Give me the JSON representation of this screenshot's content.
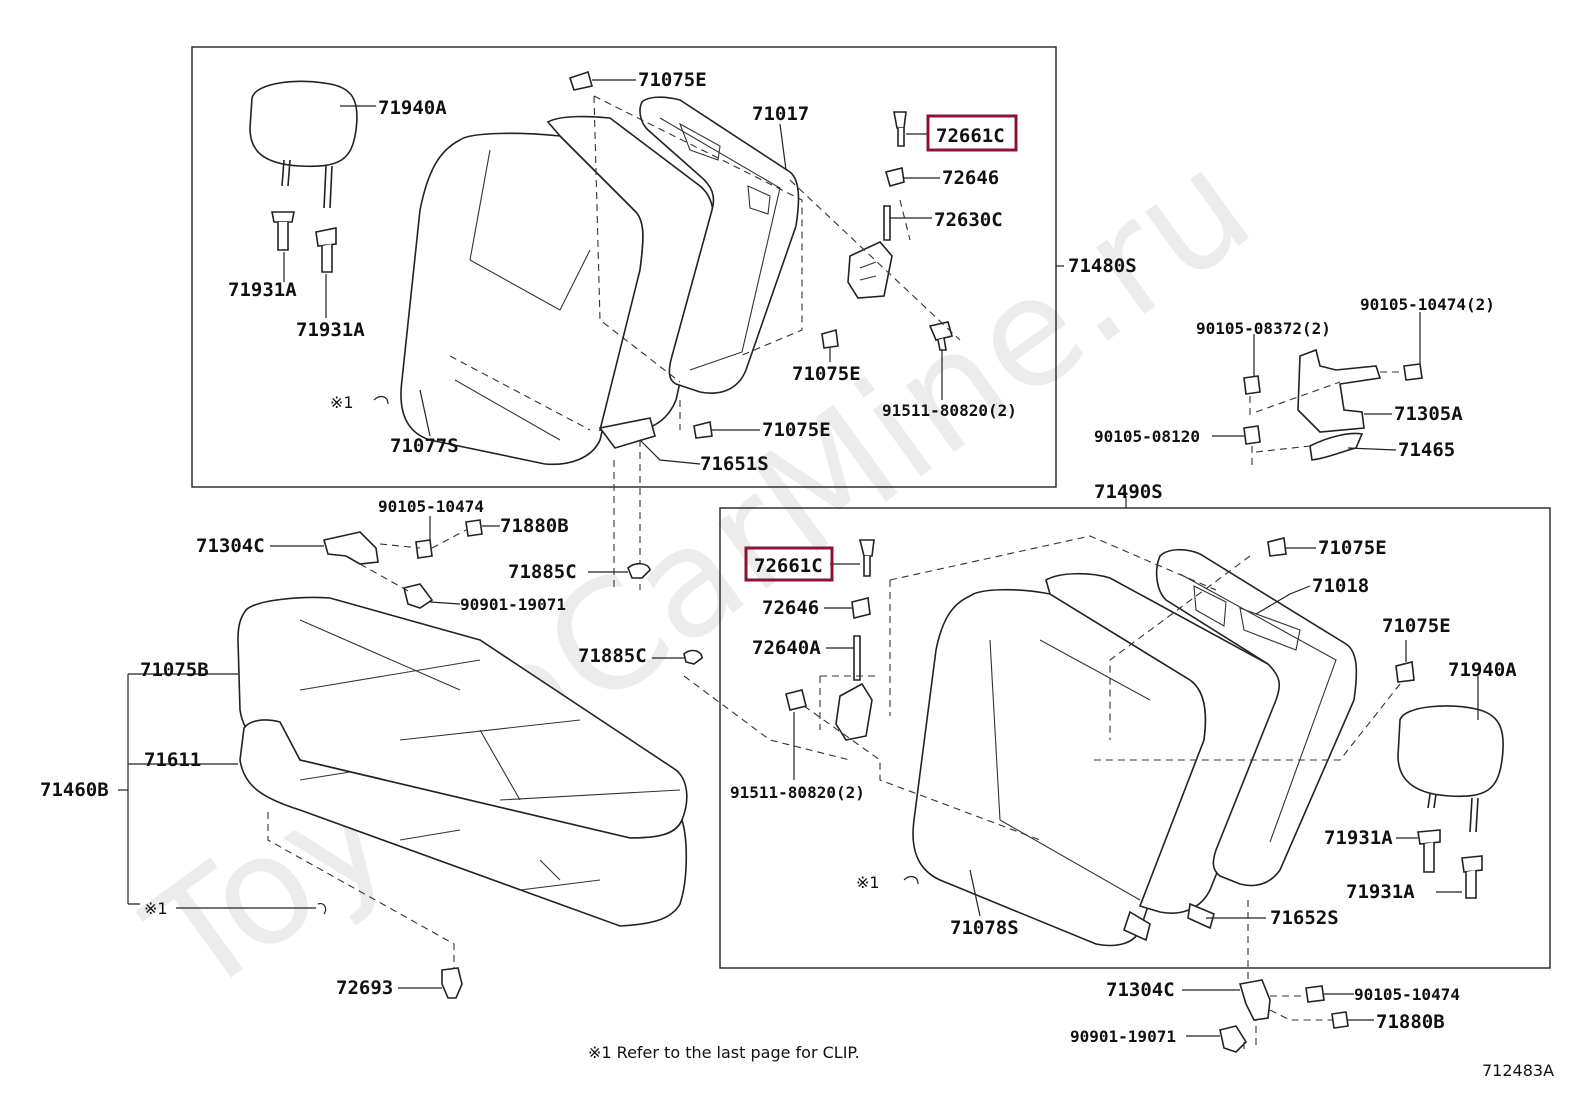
{
  "watermark": "ToyotaCarMine.ru",
  "diagram_id": "712483A",
  "footnote": "※1  Refer to the last page for CLIP.",
  "clip_ref": "※1",
  "highlighted_part": "72661C",
  "upper_group": {
    "assembly": "71480S",
    "labels": {
      "l71075E_a": "71075E",
      "l71940A": "71940A",
      "l71017": "71017",
      "l72661C": "72661C",
      "l72646": "72646",
      "l72630C": "72630C",
      "l71931A_a": "71931A",
      "l71931A_b": "71931A",
      "l71075E_b": "71075E",
      "l91511": "91511-80820(2)",
      "l71075E_c": "71075E",
      "l71077S": "71077S",
      "l71651S": "71651S"
    }
  },
  "right_bracket_group": {
    "l90105_10474_2": "90105-10474(2)",
    "l90105_08372": "90105-08372(2)",
    "l71305A": "71305A",
    "l90105_08120": "90105-08120",
    "l71465": "71465"
  },
  "lower_right_group": {
    "assembly": "71490S",
    "labels": {
      "l71075E_d": "71075E",
      "l72661C": "72661C",
      "l71018": "71018",
      "l72646": "72646",
      "l71075E_e": "71075E",
      "l72640A": "72640A",
      "l71940A": "71940A",
      "l91511": "91511-80820(2)",
      "l71931A_c": "71931A",
      "l71931A_d": "71931A",
      "l71078S": "71078S",
      "l71652S": "71652S"
    }
  },
  "lower_left_group": {
    "l90105_10474": "90105-10474",
    "l71880B": "71880B",
    "l71304C": "71304C",
    "l71885C_a": "71885C",
    "l90901": "90901-19071",
    "l71885C_b": "71885C",
    "l71075B": "71075B",
    "l71611": "71611",
    "l71460B": "71460B",
    "l72693": "72693"
  },
  "bottom_group": {
    "l71304C": "71304C",
    "l90105_10474": "90105-10474",
    "l71880B": "71880B",
    "l90901": "90901-19071"
  }
}
